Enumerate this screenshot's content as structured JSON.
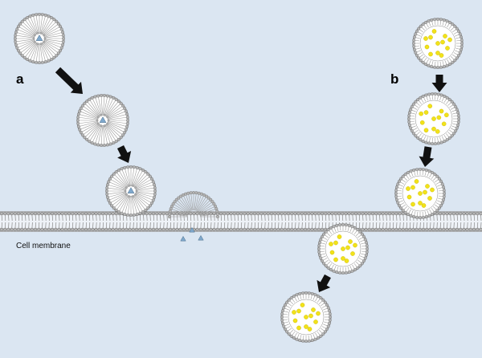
{
  "labels": {
    "panel_a": "a",
    "panel_b": "b",
    "membrane": "Cell membrane"
  },
  "colors": {
    "background": "#dbe6f2",
    "lipid": "#8a8a8a",
    "lipid_head": "#b4b4b4",
    "payload_hydrophilic": "#7fa8cc",
    "payload_lipophilic": "#f2e21a",
    "arrow": "#111111"
  },
  "icons": {
    "liposome": "liposome-icon",
    "micelle_core": "triangle-molecule-icon",
    "lipid_droplets": "lipid-droplet-icon",
    "arrow": "arrow-icon"
  }
}
